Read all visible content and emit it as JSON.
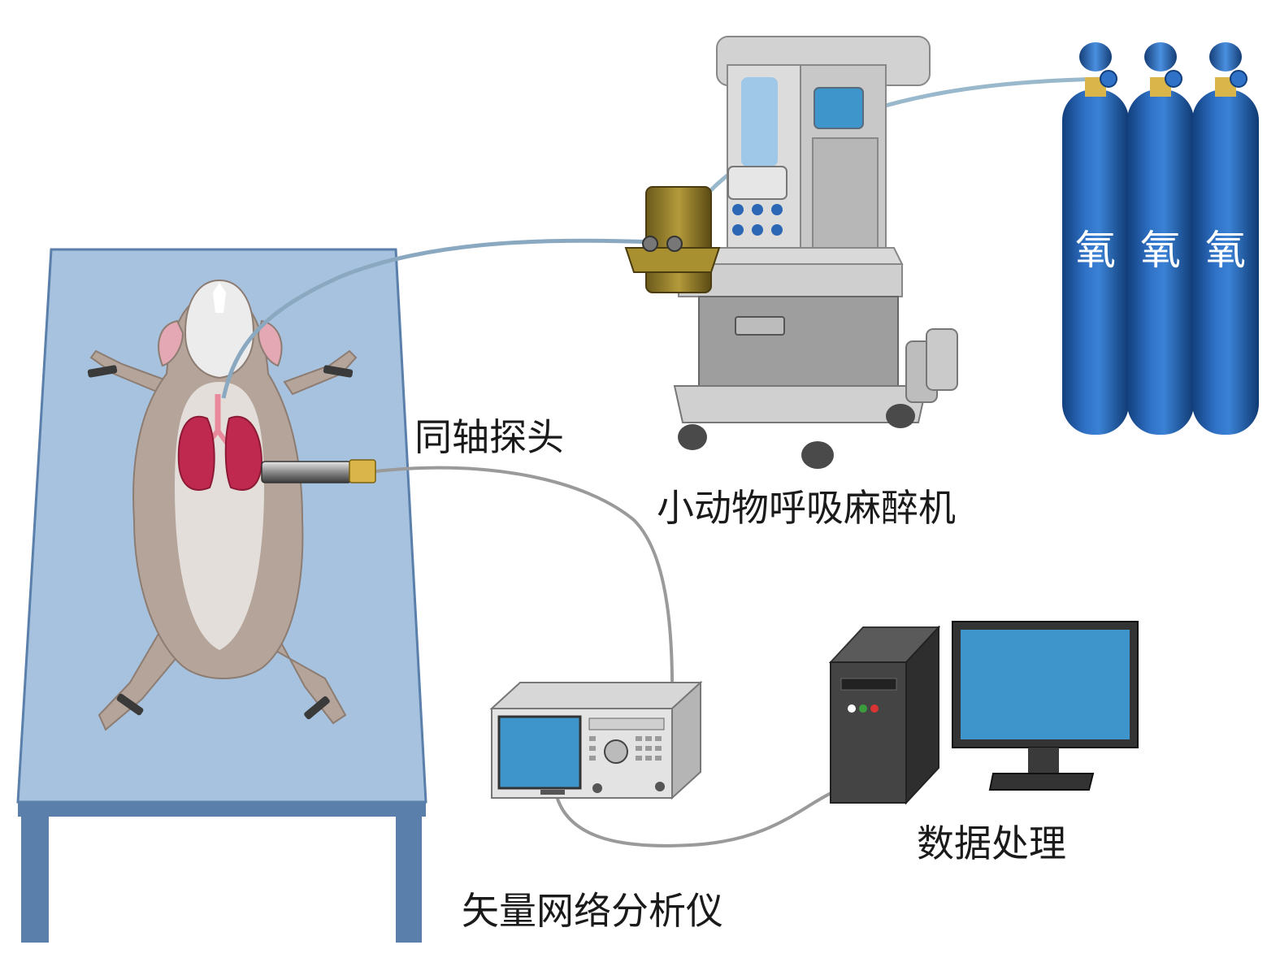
{
  "labels": {
    "probe": "同轴探头",
    "anesthesia": "小动物呼吸麻醉机",
    "vna": "矢量网络分析仪",
    "data_processing": "数据处理",
    "oxygen": "氧"
  },
  "colors": {
    "table_top": "#a7c2de",
    "table_edge": "#5a7fab",
    "rat_body": "#b4a49a",
    "rat_belly": "#e3deda",
    "lung": "#c0294f",
    "oxygen_tank": "#1f5aa8",
    "tank_valve": "#d9b54a",
    "machine_body": "#c8c8c8",
    "machine_screen": "#6aaee0",
    "monitor_screen": "#3d95cc",
    "cable": "#9ab8cc"
  },
  "icons": [
    "operating-table",
    "rat",
    "lungs",
    "coaxial-probe",
    "anesthesia-machine",
    "oxygen-tank",
    "vector-network-analyzer",
    "computer-tower",
    "monitor"
  ]
}
